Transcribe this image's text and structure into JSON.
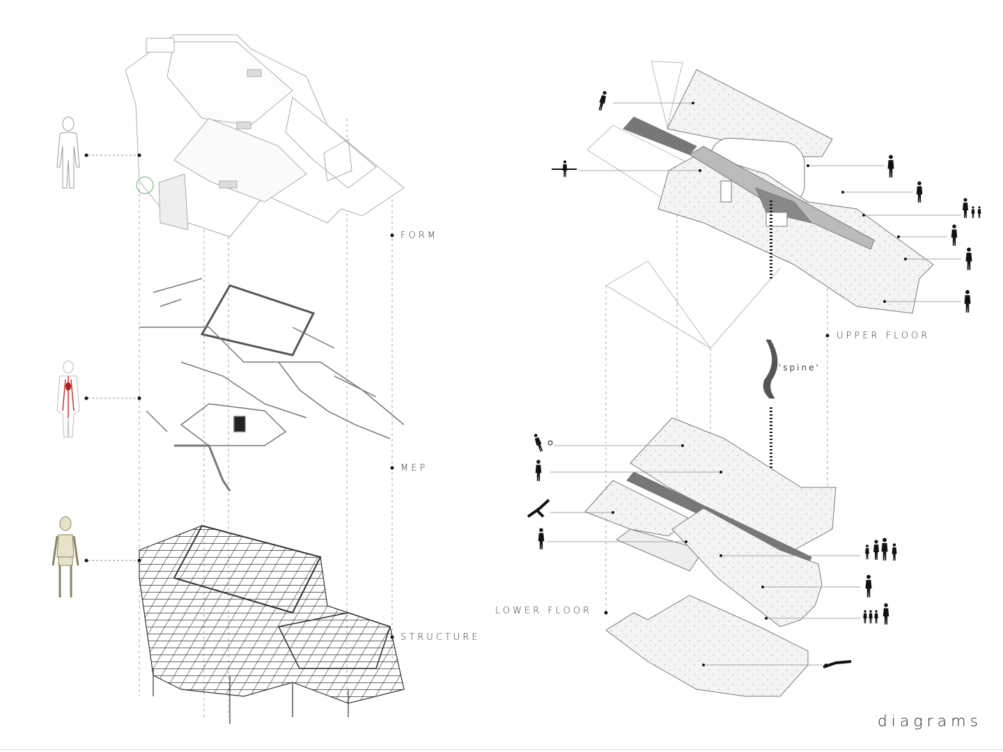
{
  "title": "diagrams",
  "layers": [
    {
      "label": "FORM",
      "body_icon": "human-figure-icon"
    },
    {
      "label": "MEP",
      "body_icon": "circulatory-system-icon"
    },
    {
      "label": "STRUCTURE",
      "body_icon": "skeleton-icon"
    }
  ],
  "floors": {
    "upper": "UPPER FLOOR",
    "lower": "LOWER FLOOR",
    "spine": "'spine'"
  },
  "activity_icons": {
    "upper": [
      "runner-icon",
      "weightlifter-icon",
      "businessman-icon",
      "person-waving-icon",
      "family-icon",
      "woman-icon",
      "man-icon",
      "person-phone-icon"
    ],
    "lower": [
      "tennis-player-icon",
      "basketball-player-icon",
      "yoga-icon",
      "person-standing-icon",
      "family-group-icon",
      "man-walking-icon",
      "children-group-icon",
      "swimmer-icon"
    ]
  },
  "colors": {
    "line": "#999999",
    "spine_fill": "#7a7a7a",
    "plate_fill": "#f3f3f3",
    "ink": "#111111"
  }
}
